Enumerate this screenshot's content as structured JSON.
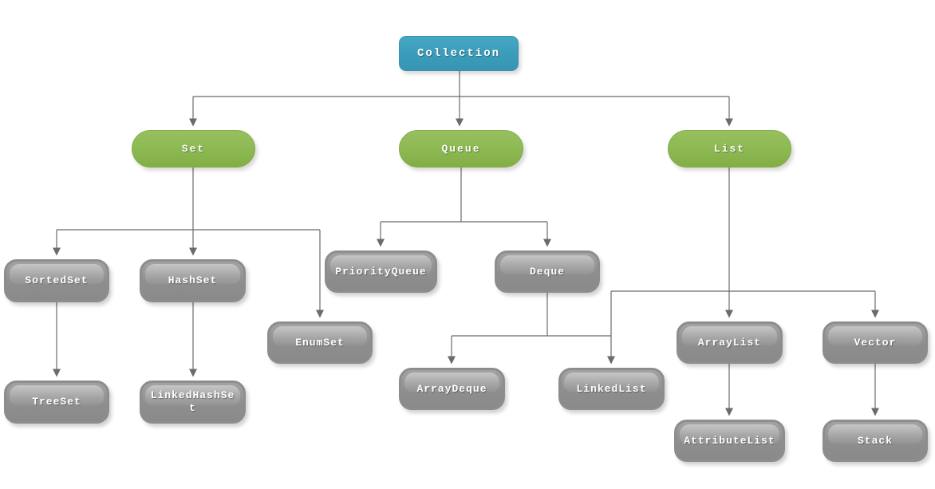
{
  "diagram": {
    "type": "hierarchy-tree",
    "nodes": {
      "collection": {
        "label": "Collection",
        "kind": "root"
      },
      "set": {
        "label": "Set",
        "kind": "interface"
      },
      "queue": {
        "label": "Queue",
        "kind": "interface"
      },
      "list": {
        "label": "List",
        "kind": "interface"
      },
      "sortedset": {
        "label": "SortedSet",
        "kind": "class"
      },
      "hashset": {
        "label": "HashSet",
        "kind": "class"
      },
      "enumset": {
        "label": "EnumSet",
        "kind": "class"
      },
      "treeset": {
        "label": "TreeSet",
        "kind": "class"
      },
      "linkedhashset": {
        "label": "LinkedHashSet",
        "kind": "class"
      },
      "priorityqueue": {
        "label": "PriorityQueue",
        "kind": "class"
      },
      "deque": {
        "label": "Deque",
        "kind": "class"
      },
      "arraydeque": {
        "label": "ArrayDeque",
        "kind": "class"
      },
      "linkedlist": {
        "label": "LinkedList",
        "kind": "class"
      },
      "arraylist": {
        "label": "ArrayList",
        "kind": "class"
      },
      "vector": {
        "label": "Vector",
        "kind": "class"
      },
      "attributelist": {
        "label": "AttributeList",
        "kind": "class"
      },
      "stack": {
        "label": "Stack",
        "kind": "class"
      }
    },
    "edges": [
      {
        "from": "Collection",
        "to": "Set"
      },
      {
        "from": "Collection",
        "to": "Queue"
      },
      {
        "from": "Collection",
        "to": "List"
      },
      {
        "from": "Set",
        "to": "SortedSet"
      },
      {
        "from": "Set",
        "to": "HashSet"
      },
      {
        "from": "Set",
        "to": "EnumSet"
      },
      {
        "from": "SortedSet",
        "to": "TreeSet"
      },
      {
        "from": "HashSet",
        "to": "LinkedHashSet"
      },
      {
        "from": "Queue",
        "to": "PriorityQueue"
      },
      {
        "from": "Queue",
        "to": "Deque"
      },
      {
        "from": "Deque",
        "to": "ArrayDeque"
      },
      {
        "from": "Deque",
        "to": "LinkedList"
      },
      {
        "from": "List",
        "to": "LinkedList"
      },
      {
        "from": "List",
        "to": "ArrayList"
      },
      {
        "from": "List",
        "to": "Vector"
      },
      {
        "from": "ArrayList",
        "to": "AttributeList"
      },
      {
        "from": "Vector",
        "to": "Stack"
      }
    ],
    "colors": {
      "root_fill": "#3b9cba",
      "interface_fill": "#8cb852",
      "class_fill": "#8e8e8e",
      "line": "#6b6b6b",
      "text": "#ffffff",
      "background": "#ffffff"
    }
  }
}
